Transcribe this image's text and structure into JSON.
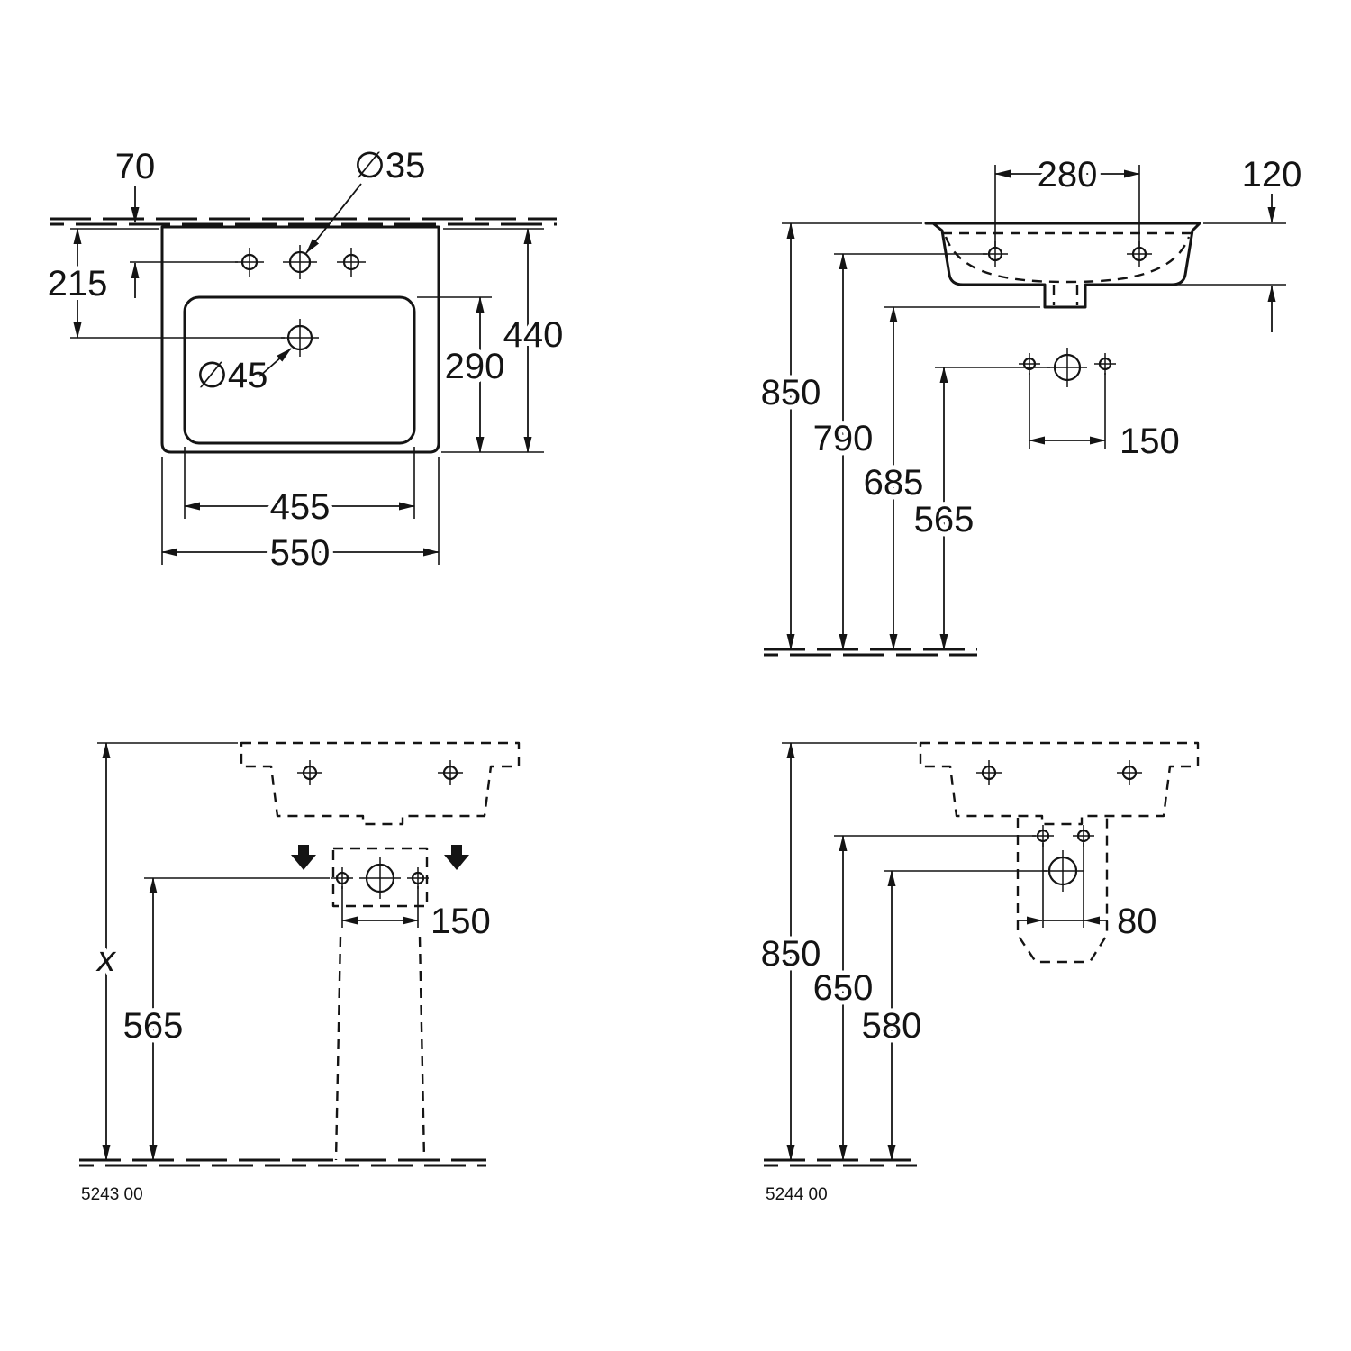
{
  "views": {
    "plan": {
      "dim_70": "70",
      "dim_dia35": "∅35",
      "dim_215": "215",
      "dim_440": "440",
      "dim_290": "290",
      "dim_dia45": "∅45",
      "dim_455": "455",
      "dim_550": "550"
    },
    "front": {
      "dim_280": "280",
      "dim_120": "120",
      "dim_850": "850",
      "dim_790": "790",
      "dim_685": "685",
      "dim_565": "565",
      "dim_150": "150"
    },
    "front_pedestal": {
      "dim_x": "x",
      "dim_565": "565",
      "dim_150": "150",
      "product_code": "5243 00"
    },
    "front_siphon": {
      "dim_850": "850",
      "dim_650": "650",
      "dim_580": "580",
      "dim_80": "80",
      "product_code": "5244 00"
    }
  }
}
